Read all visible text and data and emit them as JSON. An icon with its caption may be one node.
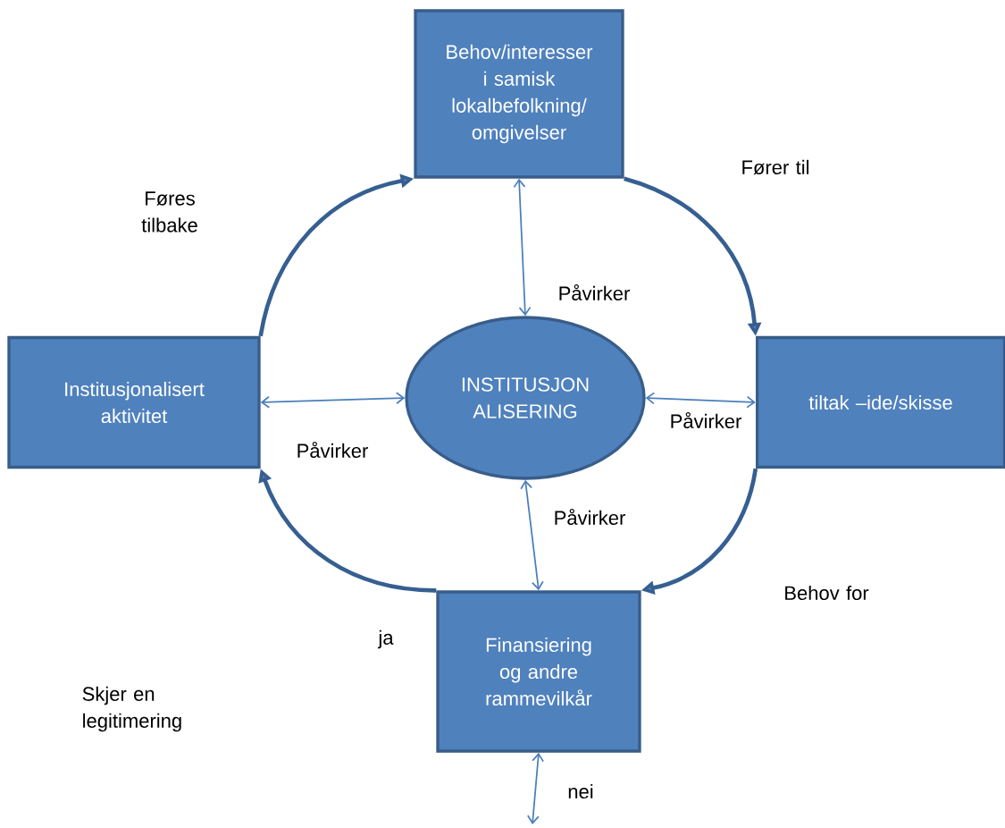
{
  "diagram": {
    "nodes": [
      {
        "text": [
          "Behov/interesser i samisk lokalbefolkning/ omgivelser"
        ]
      },
      {
        "text": [
          "Institusjonalisert aktivitet"
        ]
      },
      {
        "text": [
          "INSTITUSJON ALISERING"
        ]
      },
      {
        "text": [
          "tiltak –ide/skisse"
        ]
      },
      {
        "text": [
          "Finansiering og andre rammevilkår"
        ]
      }
    ],
    "edges": [
      {
        "from": 0,
        "to": 3,
        "arrow": "to",
        "label": "Fører til",
        "style": "thick",
        "color": "#365f91"
      },
      {
        "from": 3,
        "to": 4,
        "arrow": "to",
        "label": "Behov for",
        "style": "thick",
        "color": "#365f91"
      },
      {
        "from": 4,
        "to": 1,
        "arrow": "to",
        "label": "ja",
        "style": "thick",
        "color": "#365f91"
      },
      {
        "from": 1,
        "to": 0,
        "arrow": "to",
        "label": "Føres tilbake",
        "style": "thick",
        "color": "#365f91"
      },
      {
        "from": 0,
        "to": 2,
        "arrow": "both",
        "label": "Påvirker"
      },
      {
        "from": 1,
        "to": 2,
        "arrow": "both",
        "label": "Påvirker"
      },
      {
        "from": 2,
        "to": 3,
        "arrow": "both",
        "label": "Påvirker"
      },
      {
        "from": 2,
        "to": 4,
        "arrow": "both",
        "label": "Påvirker"
      },
      {
        "from": 4,
        "to": null,
        "arrow": "both",
        "label": "nei"
      }
    ],
    "labels": [
      "Skjer en legitimering"
    ]
  }
}
